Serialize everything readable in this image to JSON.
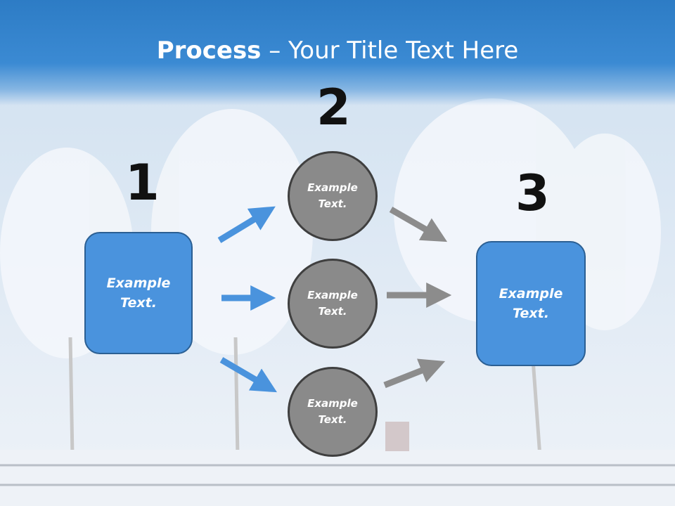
{
  "title": {
    "bold": "Process",
    "rest": " – Your Title Text Here"
  },
  "steps": {
    "one": "1",
    "two": "2",
    "three": "3"
  },
  "boxes": {
    "left": "Example\nText.",
    "right": "Example\nText."
  },
  "circles": {
    "top": "Example\nText.",
    "middle": "Example\nText.",
    "bottom": "Example\nText."
  },
  "colors": {
    "banner": "#2d7cc5",
    "box": "#4a93dd",
    "circle": "#8a8a8a",
    "blue_arrow": "#4a93dd",
    "gray_arrow": "#8c8c8c"
  }
}
